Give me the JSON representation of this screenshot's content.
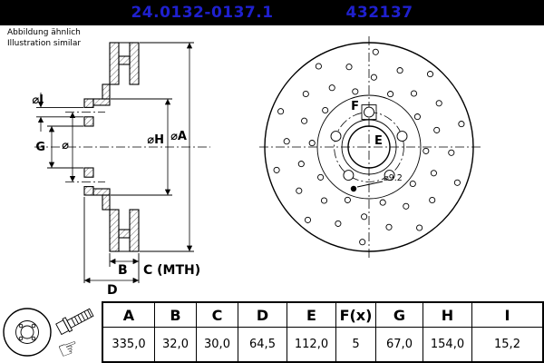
{
  "header": {
    "part_number": "24.0132-0137.1",
    "article_number": "432137"
  },
  "note": {
    "line1": "Abbildung ähnlich",
    "line2": "Illustration similar"
  },
  "section": {
    "dia_i": "⌀I",
    "g": "G",
    "dia": "⌀",
    "dia_h": "⌀H",
    "dia_a": "⌀A",
    "b": "B",
    "c_mth": "C (MTH)",
    "d": "D"
  },
  "front": {
    "f": "F",
    "e": "E",
    "pin_hole": "⌀9.2"
  },
  "table": {
    "headers": [
      "A",
      "B",
      "C",
      "D",
      "E",
      "F(x)",
      "G",
      "H",
      "I"
    ],
    "values": [
      "335,0",
      "32,0",
      "30,0",
      "64,5",
      "112,0",
      "5",
      "67,0",
      "154,0",
      "15,2"
    ]
  },
  "icons": {
    "hand": "☞"
  },
  "colors": {
    "accent_blue": "#1f20ce",
    "header_bg": "#000000",
    "line_black": "#000000"
  }
}
